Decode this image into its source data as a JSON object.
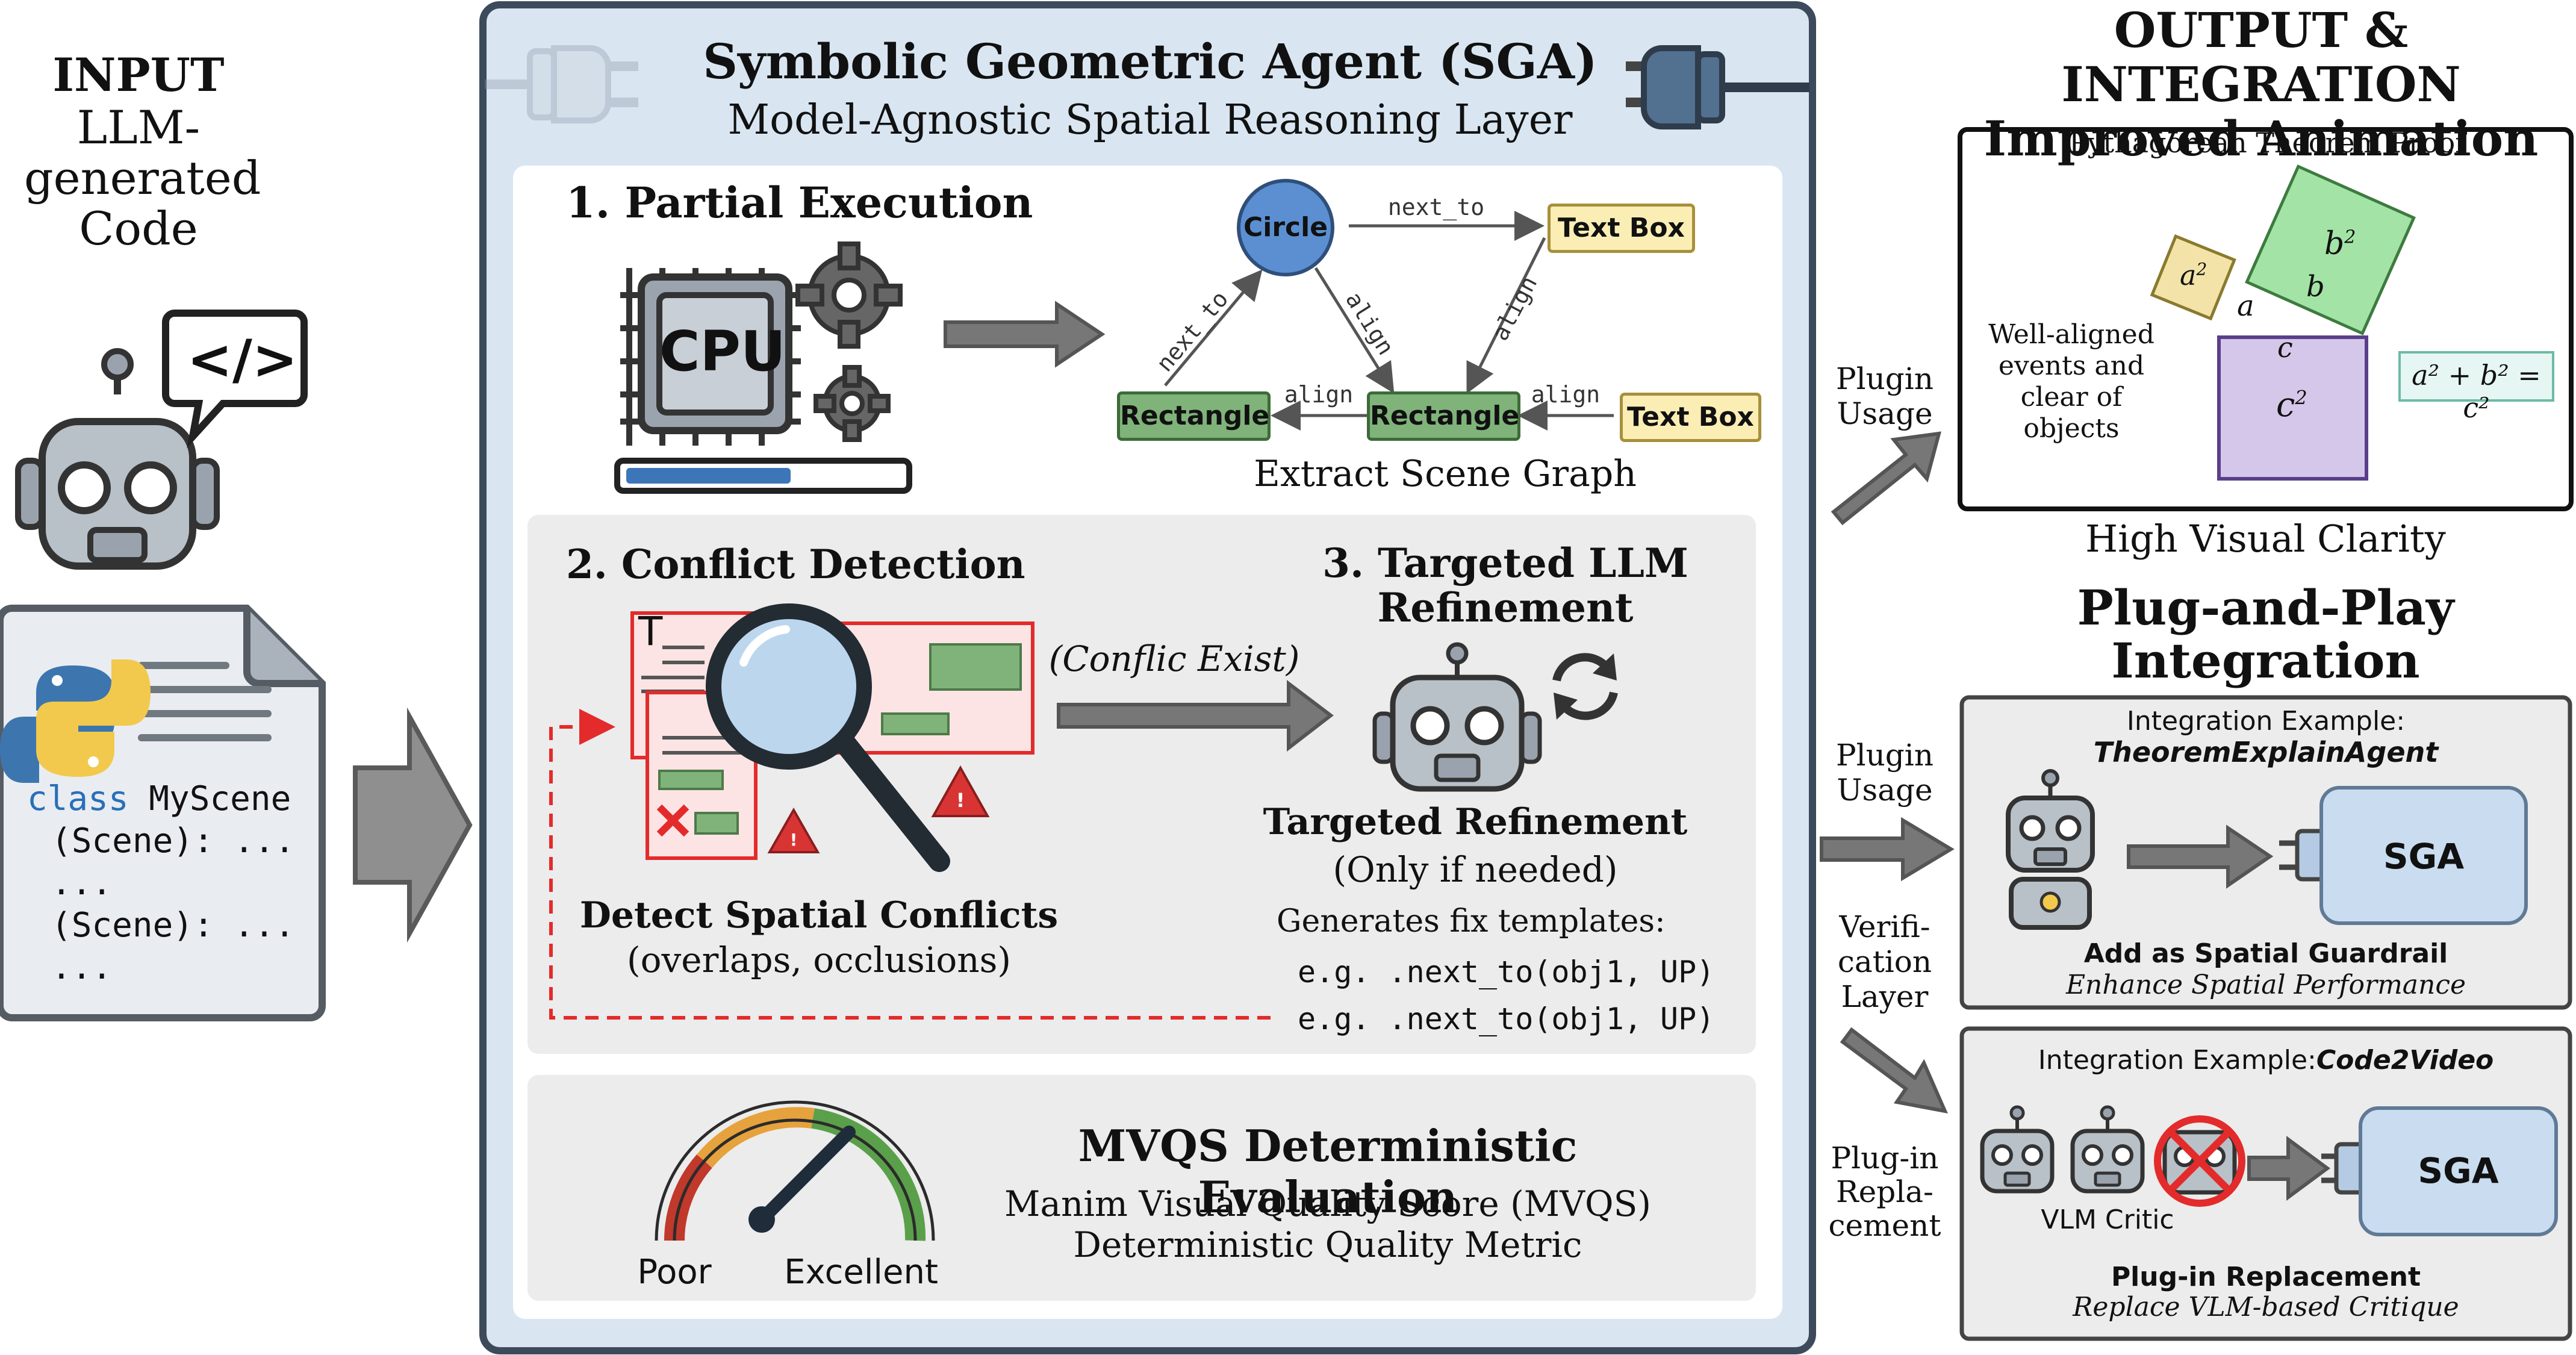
{
  "input": {
    "heading": "INPUT",
    "label_lines": [
      "LLM-",
      "generated",
      "Code"
    ],
    "code_lines": [
      {
        "keyword": "class",
        "text": " MyScene"
      },
      {
        "keyword": "",
        "text": "(Scene): ..."
      },
      {
        "keyword": "",
        "text": "..."
      },
      {
        "keyword": "",
        "text": "(Scene): ..."
      },
      {
        "keyword": "",
        "text": "..."
      }
    ],
    "code_tag": "</>"
  },
  "sga": {
    "title": "Symbolic Geometric Agent (SGA)",
    "subtitle": "Model-Agnostic Spatial Reasoning Layer",
    "step1": {
      "title": "1. Partial Execution",
      "cpu_label": "CPU",
      "progress": 0.6,
      "graph_caption": "Extract Scene Graph",
      "nodes": {
        "circle": "Circle",
        "textbox_top": "Text Box",
        "rect_left": "Rectangle",
        "rect_mid": "Rectangle",
        "textbox_right": "Text Box"
      },
      "edges": {
        "circle_textbox": "next_to",
        "rect_circle": "next_to",
        "circle_rect": "align",
        "textbox_rect": "align",
        "rect_rect": "align",
        "textbox_rect2": "align"
      }
    },
    "step2": {
      "title": "2. Conflict Detection",
      "desc_title": "Detect Spatial Conflicts",
      "desc_sub": "(overlaps, occlusions)",
      "arrow_label": "(Conflic Exist)",
      "doc_letter": "T",
      "warn_mark": "!"
    },
    "step3": {
      "title_lines": [
        "3. Targeted LLM",
        "Refinement"
      ],
      "desc_title": "Targeted Refinement",
      "desc_sub": "(Only if needed)",
      "templates_title": "Generates fix templates:",
      "templates": [
        "e.g. .next_to(obj1, UP)",
        "e.g. .next_to(obj1, UP)"
      ]
    },
    "mvqs": {
      "title": "MVQS Deterministic Evaluation",
      "line1": "Manim Visual Quality Score (MVQS)",
      "line2": "Deterministic Quality Metric",
      "poor": "Poor",
      "excellent": "Excellent",
      "gauge_colors": [
        "#c0392b",
        "#e6a23c",
        "#5aa04a"
      ]
    }
  },
  "output": {
    "heading_lines": [
      "OUTPUT & INTEGRATION",
      "Improved Animation"
    ],
    "proof_title": "Pythagorean Theorem Proof",
    "note_lines": [
      "Well-aligned",
      "events and",
      "clear of objects"
    ],
    "labels": {
      "a2": "a",
      "b2": "b",
      "c2": "c",
      "a": "a",
      "b": "b",
      "c": "c",
      "sup": "2"
    },
    "formula": "a² + b² = c²",
    "caption": "High Visual Clarity"
  },
  "plug_and_play": {
    "heading_lines": [
      "Plug-and-Play",
      "Integration"
    ],
    "example1": {
      "title": "Integration Example:",
      "name": "TheoremExplainAgent",
      "sga": "SGA",
      "caption_bold": "Add as Spatial Guardrail",
      "caption_ital": "Enhance Spatial Performance"
    },
    "example2": {
      "title": "Integration Example:",
      "name": "Code2Video",
      "sga": "SGA",
      "critic": "VLM Critic",
      "caption_bold": "Plug-in Replacement",
      "caption_ital": "Replace VLM-based Critique"
    }
  },
  "side_labels": {
    "plugin_usage_1": [
      "Plugin",
      "Usage"
    ],
    "plugin_usage_2": [
      "Plugin",
      "Usage"
    ],
    "verification": [
      "Verifi-",
      "cation",
      "Layer"
    ],
    "replacement": [
      "Plug-in",
      "Repla-",
      "cement"
    ]
  },
  "colors": {
    "sga_bg": "#d9e6f2",
    "sga_border": "#3c4a5c",
    "green_node": "#7fb37a",
    "yellow_node": "#fbeeb5",
    "blue_node": "#5b8fd1",
    "conflict_red": "#e32b2b",
    "arrow_gray": "#6b6b6b",
    "panel_gray": "#ececec"
  }
}
